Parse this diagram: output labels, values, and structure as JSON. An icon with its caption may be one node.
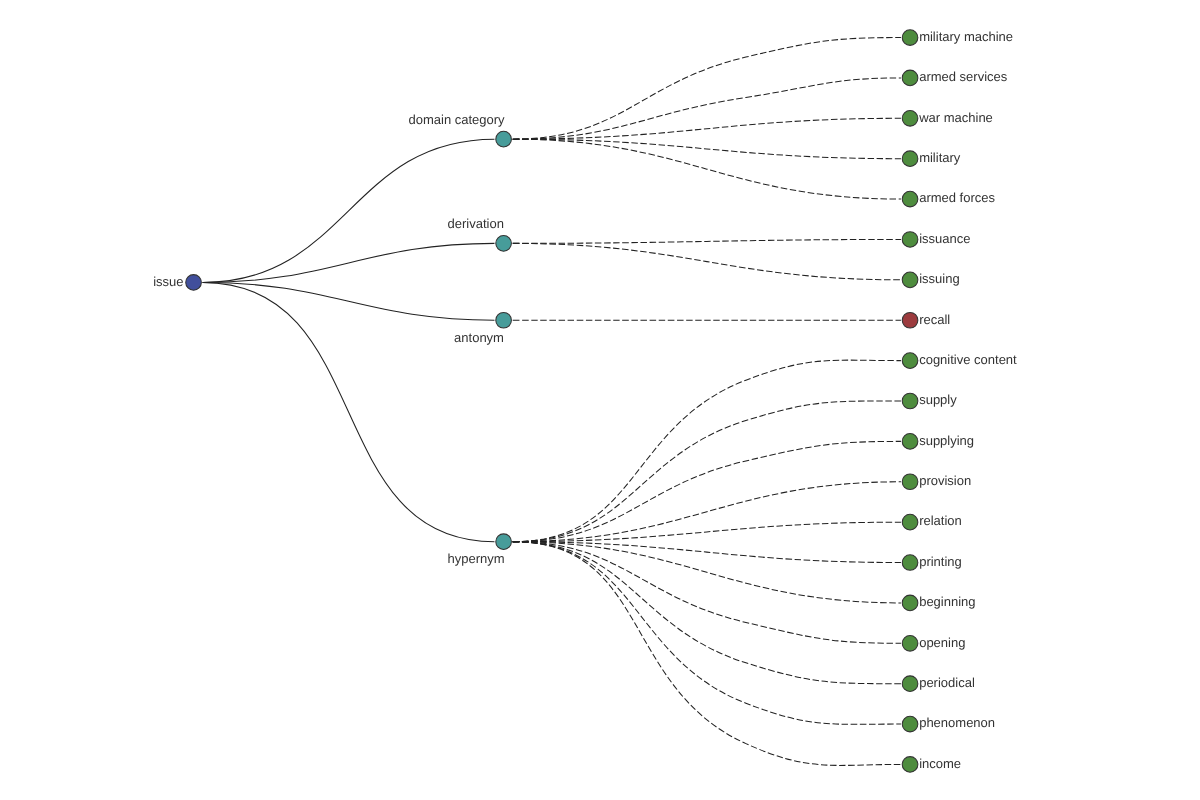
{
  "diagram": {
    "nodes": [
      {
        "text": [
          "military machine"
        ]
      },
      {
        "text": [
          "armed services"
        ]
      },
      {
        "text": [
          "war machine"
        ]
      },
      {
        "text": [
          "military"
        ]
      },
      {
        "text": [
          "domain category"
        ]
      },
      {
        "text": [
          "armed forces"
        ]
      },
      {
        "text": [
          "issuance"
        ]
      },
      {
        "text": [
          "derivation"
        ]
      },
      {
        "text": [
          "issue"
        ]
      },
      {
        "text": [
          "cognitive content"
        ]
      },
      {
        "text": [
          "supply"
        ]
      },
      {
        "text": [
          "supplying"
        ]
      },
      {
        "text": [
          "issuing"
        ]
      },
      {
        "text": [
          "antonym"
        ]
      },
      {
        "text": [
          "provision"
        ]
      },
      {
        "text": [
          "relation"
        ]
      },
      {
        "text": [
          "printing"
        ]
      },
      {
        "text": [
          "hypernym"
        ]
      },
      {
        "text": [
          "beginning"
        ]
      },
      {
        "text": [
          "recall"
        ]
      },
      {
        "text": [
          "opening"
        ]
      },
      {
        "text": [
          "periodical"
        ]
      },
      {
        "text": [
          "phenomenon"
        ]
      },
      {
        "text": [
          "income"
        ]
      }
    ],
    "edges": [
      {
        "from": 8,
        "to": 4,
        "arrow": "none"
      },
      {
        "from": 8,
        "to": 7,
        "arrow": "none"
      },
      {
        "from": 8,
        "to": 13,
        "arrow": "none"
      },
      {
        "from": 8,
        "to": 17,
        "arrow": "none"
      },
      {
        "from": 4,
        "to": 0,
        "arrow": "none",
        "style": "dashed"
      },
      {
        "from": 4,
        "to": 1,
        "arrow": "none",
        "style": "dashed"
      },
      {
        "from": 4,
        "to": 2,
        "arrow": "none",
        "style": "dashed"
      },
      {
        "from": 4,
        "to": 3,
        "arrow": "none",
        "style": "dashed"
      },
      {
        "from": 4,
        "to": 5,
        "arrow": "none",
        "style": "dashed"
      },
      {
        "from": 7,
        "to": 6,
        "arrow": "none",
        "style": "dashed"
      },
      {
        "from": 7,
        "to": 12,
        "arrow": "none",
        "style": "dashed"
      },
      {
        "from": 13,
        "to": 19,
        "arrow": "none",
        "style": "dashed"
      },
      {
        "from": 17,
        "to": 9,
        "arrow": "none",
        "style": "dashed"
      },
      {
        "from": 17,
        "to": 10,
        "arrow": "none",
        "style": "dashed"
      },
      {
        "from": 17,
        "to": 11,
        "arrow": "none",
        "style": "dashed"
      },
      {
        "from": 17,
        "to": 14,
        "arrow": "none",
        "style": "dashed"
      },
      {
        "from": 17,
        "to": 15,
        "arrow": "none",
        "style": "dashed"
      },
      {
        "from": 17,
        "to": 16,
        "arrow": "none",
        "style": "dashed"
      },
      {
        "from": 17,
        "to": 18,
        "arrow": "none",
        "style": "dashed"
      },
      {
        "from": 17,
        "to": 20,
        "arrow": "none",
        "style": "dashed"
      },
      {
        "from": 17,
        "to": 21,
        "arrow": "none",
        "style": "dashed"
      },
      {
        "from": 17,
        "to": 22,
        "arrow": "none",
        "style": "dashed"
      },
      {
        "from": 17,
        "to": 23,
        "arrow": "none",
        "style": "dashed"
      }
    ]
  }
}
